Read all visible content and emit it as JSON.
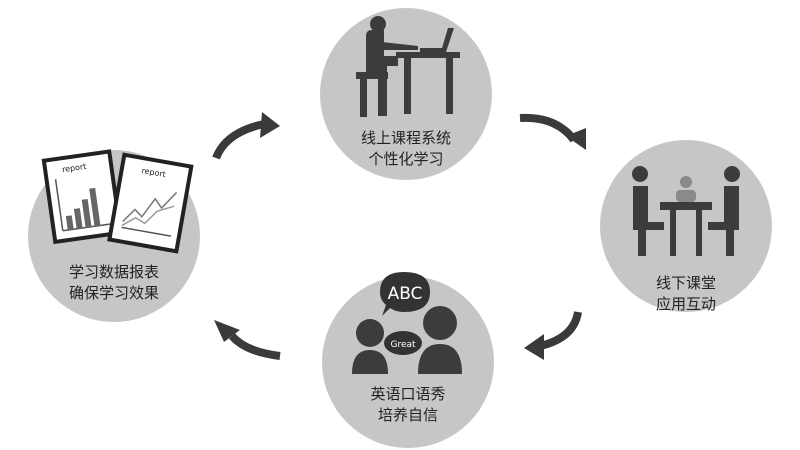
{
  "nodes": {
    "online": {
      "line1": "线上课程系统",
      "line2": "个性化学习"
    },
    "offline": {
      "line1": "线下课堂",
      "line2": "应用互动"
    },
    "english": {
      "line1": "英语口语秀",
      "line2": "培养自信"
    },
    "report": {
      "line1": "学习数据报表",
      "line2": "确保学习效果"
    }
  },
  "icons": {
    "report_label_1": "report",
    "report_label_2": "report",
    "bubble_large": "ABC",
    "bubble_small": "Great"
  },
  "colors": {
    "circle": "#c6c6c6",
    "icon_dark": "#3c3c3c",
    "icon_light": "#8a8a8a",
    "arrow": "#3a3a3a"
  }
}
